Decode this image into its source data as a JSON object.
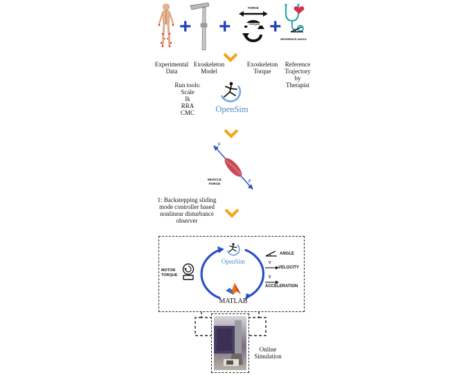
{
  "top_row": {
    "labels": {
      "experimental_data": "Experimental Data",
      "exoskeleton_model": "Exoskeleton Model",
      "exoskeleton_torque": "Exoskeleton Torque",
      "reference_trajectory": "Reference Trajectory by Therapist"
    },
    "force_label": "FORCE",
    "torque_label": "TORQUE",
    "reference_angle_label": "REFERENCE ANGLE",
    "plus_sign": "+"
  },
  "tools": {
    "heading": "Run tools:",
    "items": [
      "Scale",
      "Ik",
      "RRA",
      "CMC"
    ]
  },
  "opensim_logo_text": "OpenSim",
  "muscle": {
    "label": "MUSCLE FORCE",
    "force_symbol": "F"
  },
  "controller_text": "1: Backstepping sliding mode controller based nonlinear disturbance observer",
  "loop": {
    "motor_torque_label": "MOTOR TORQUE",
    "angle_label": "ANGLE",
    "velocity_label": "VELOCITY",
    "velocity_symbol": "V",
    "acceleration_label": "ACCELERATION",
    "acceleration_symbol": "V̇",
    "opensim_text": "OpenSim",
    "matlab_text": "MATLAB"
  },
  "online_simulation_label": "Online Simulation",
  "colors": {
    "plus": "#1f3fbf",
    "arrow_orange": "#f2a51a",
    "loop_blue": "#2a4fc8",
    "muscle_red": "#c94a52",
    "force_arrow": "#2b58b8"
  }
}
